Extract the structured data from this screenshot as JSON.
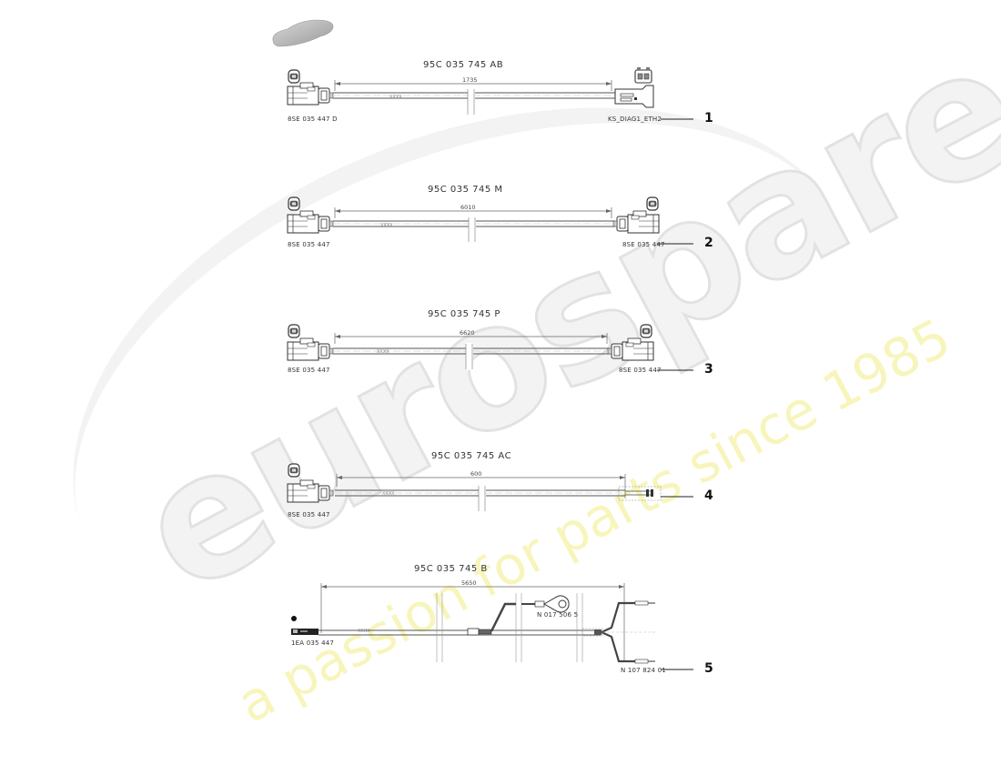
{
  "watermark": {
    "brand": "eurospares",
    "tagline": "a passion for parts since 1985",
    "brand_color": "#e6e6e6",
    "tagline_color": "#f7f5b8"
  },
  "diagram": {
    "thumbnail_icon": "car-silhouette-icon",
    "parts": [
      {
        "index": "1",
        "part_number": "95C 035 745 AB",
        "length": "1735",
        "left_connector": "8SE 035 447 D",
        "right_connector": "KS_DIAG1_ETH2",
        "cable_marking": "XXXX"
      },
      {
        "index": "2",
        "part_number": "95C 035 745 M",
        "length": "6010",
        "left_connector": "8SE 035 447",
        "right_connector": "8SE 035 447",
        "cable_marking": "XXXX"
      },
      {
        "index": "3",
        "part_number": "95C 035 745 P",
        "length": "6620",
        "left_connector": "8SE 035 447",
        "right_connector": "8SE 035 447",
        "cable_marking": "XXXX"
      },
      {
        "index": "4",
        "part_number": "95C 035 745 AC",
        "length": "600",
        "left_connector": "8SE 035 447",
        "right_connector": "",
        "cable_marking": "XXXX"
      },
      {
        "index": "5",
        "part_number": "95C 035 745 B",
        "length": "5650",
        "left_connector": "1EA 035 447",
        "ring_terminal": "N 017 506 5",
        "right_connector": "N 107 824 01",
        "cable_marking": "XXXX"
      }
    ]
  }
}
